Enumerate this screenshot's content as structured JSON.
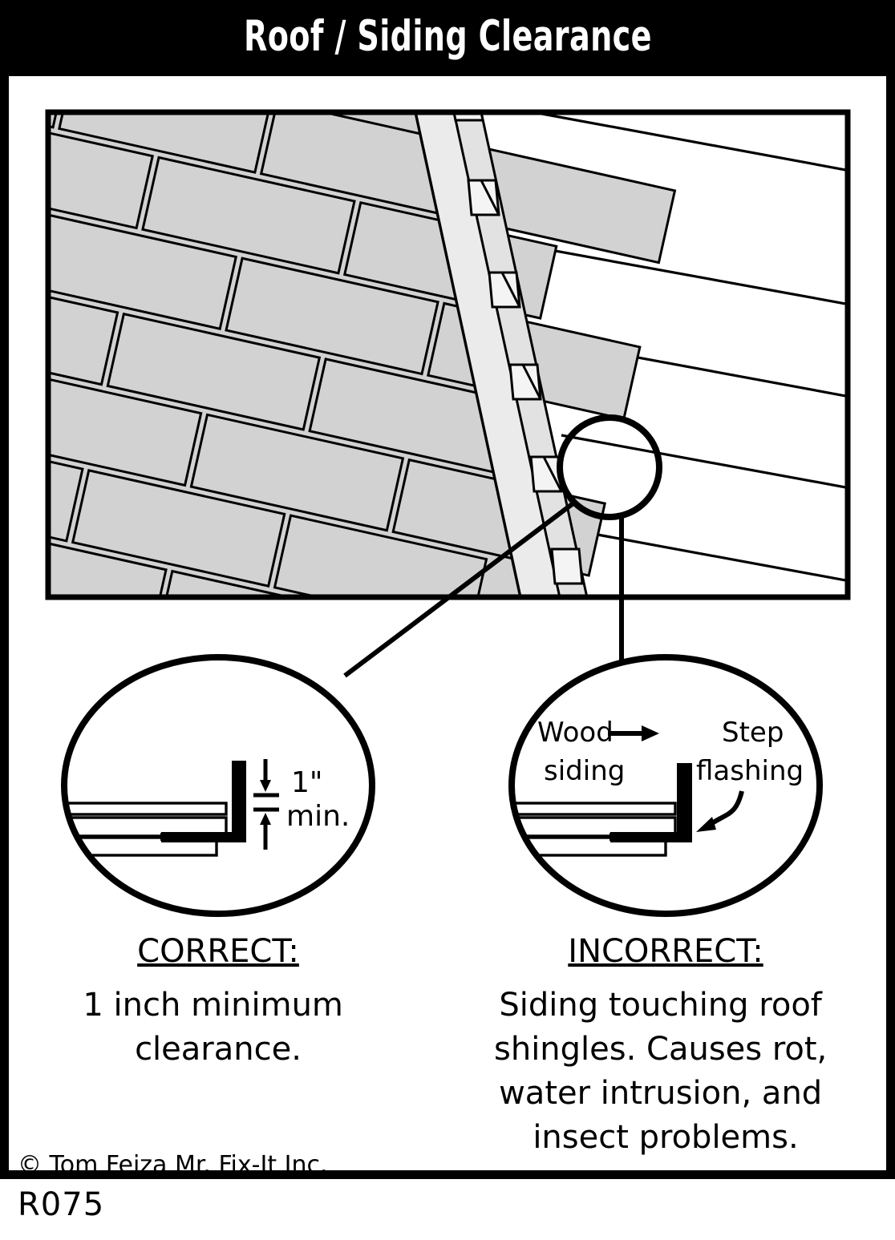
{
  "header": {
    "title": "Roof / Siding Clearance"
  },
  "main_diagram": {
    "description": "Cutaway view of an asphalt-shingle roof meeting a wood-sided wall with step flashing",
    "callout_circle": {
      "label": "detail-callout"
    }
  },
  "details": {
    "left": {
      "name": "correct-detail",
      "dimension_value": "1\"",
      "dimension_unit": "min.",
      "caption_heading": "CORRECT:",
      "caption_body": "1 inch minimum clearance."
    },
    "right": {
      "name": "incorrect-detail",
      "label_siding_line1": "Wood",
      "label_siding_line2": "siding",
      "label_flashing_line1": "Step",
      "label_flashing_line2": "flashing",
      "caption_heading": "INCORRECT:",
      "caption_body": "Siding touching roof shingles. Causes rot, water intrusion, and insect problems."
    }
  },
  "footer": {
    "copyright": "© Tom Feiza Mr. Fix-It Inc.",
    "code": "R075"
  },
  "colors": {
    "ink": "#000000",
    "paper": "#ffffff",
    "shingle_gray": "#d2d2d2",
    "flashing_light": "#ebebeb",
    "siding_gray": "#cccccc"
  }
}
